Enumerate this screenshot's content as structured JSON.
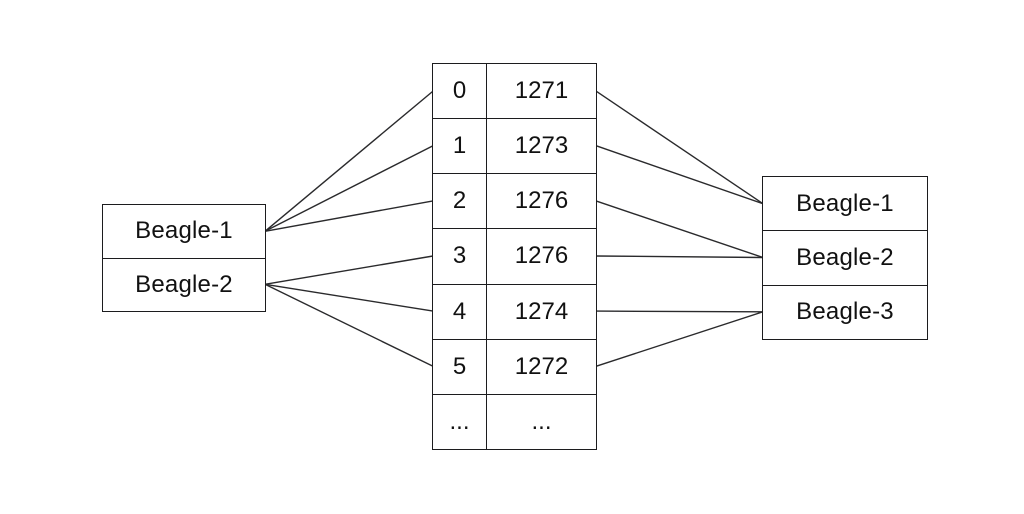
{
  "diagram": {
    "left_node": {
      "rows": [
        {
          "label": "Beagle-1"
        },
        {
          "label": "Beagle-2"
        }
      ]
    },
    "hash_table": {
      "rows": [
        {
          "index": "0",
          "value": "1271"
        },
        {
          "index": "1",
          "value": "1273"
        },
        {
          "index": "2",
          "value": "1276"
        },
        {
          "index": "3",
          "value": "1276"
        },
        {
          "index": "4",
          "value": "1274"
        },
        {
          "index": "5",
          "value": "1272"
        },
        {
          "index": "...",
          "value": "..."
        }
      ]
    },
    "right_node": {
      "rows": [
        {
          "label": "Beagle-1"
        },
        {
          "label": "Beagle-2"
        },
        {
          "label": "Beagle-3"
        }
      ]
    },
    "connections": {
      "left_to_table": [
        [
          0,
          0
        ],
        [
          0,
          1
        ],
        [
          0,
          2
        ],
        [
          1,
          3
        ],
        [
          1,
          4
        ],
        [
          1,
          5
        ]
      ],
      "table_to_right": [
        [
          0,
          0
        ],
        [
          1,
          0
        ],
        [
          2,
          1
        ],
        [
          3,
          1
        ],
        [
          4,
          2
        ],
        [
          5,
          2
        ]
      ]
    },
    "colors": {
      "line": "#2a2a2c",
      "border": "#1c1c1e",
      "text": "#111111",
      "background": "#ffffff"
    }
  }
}
